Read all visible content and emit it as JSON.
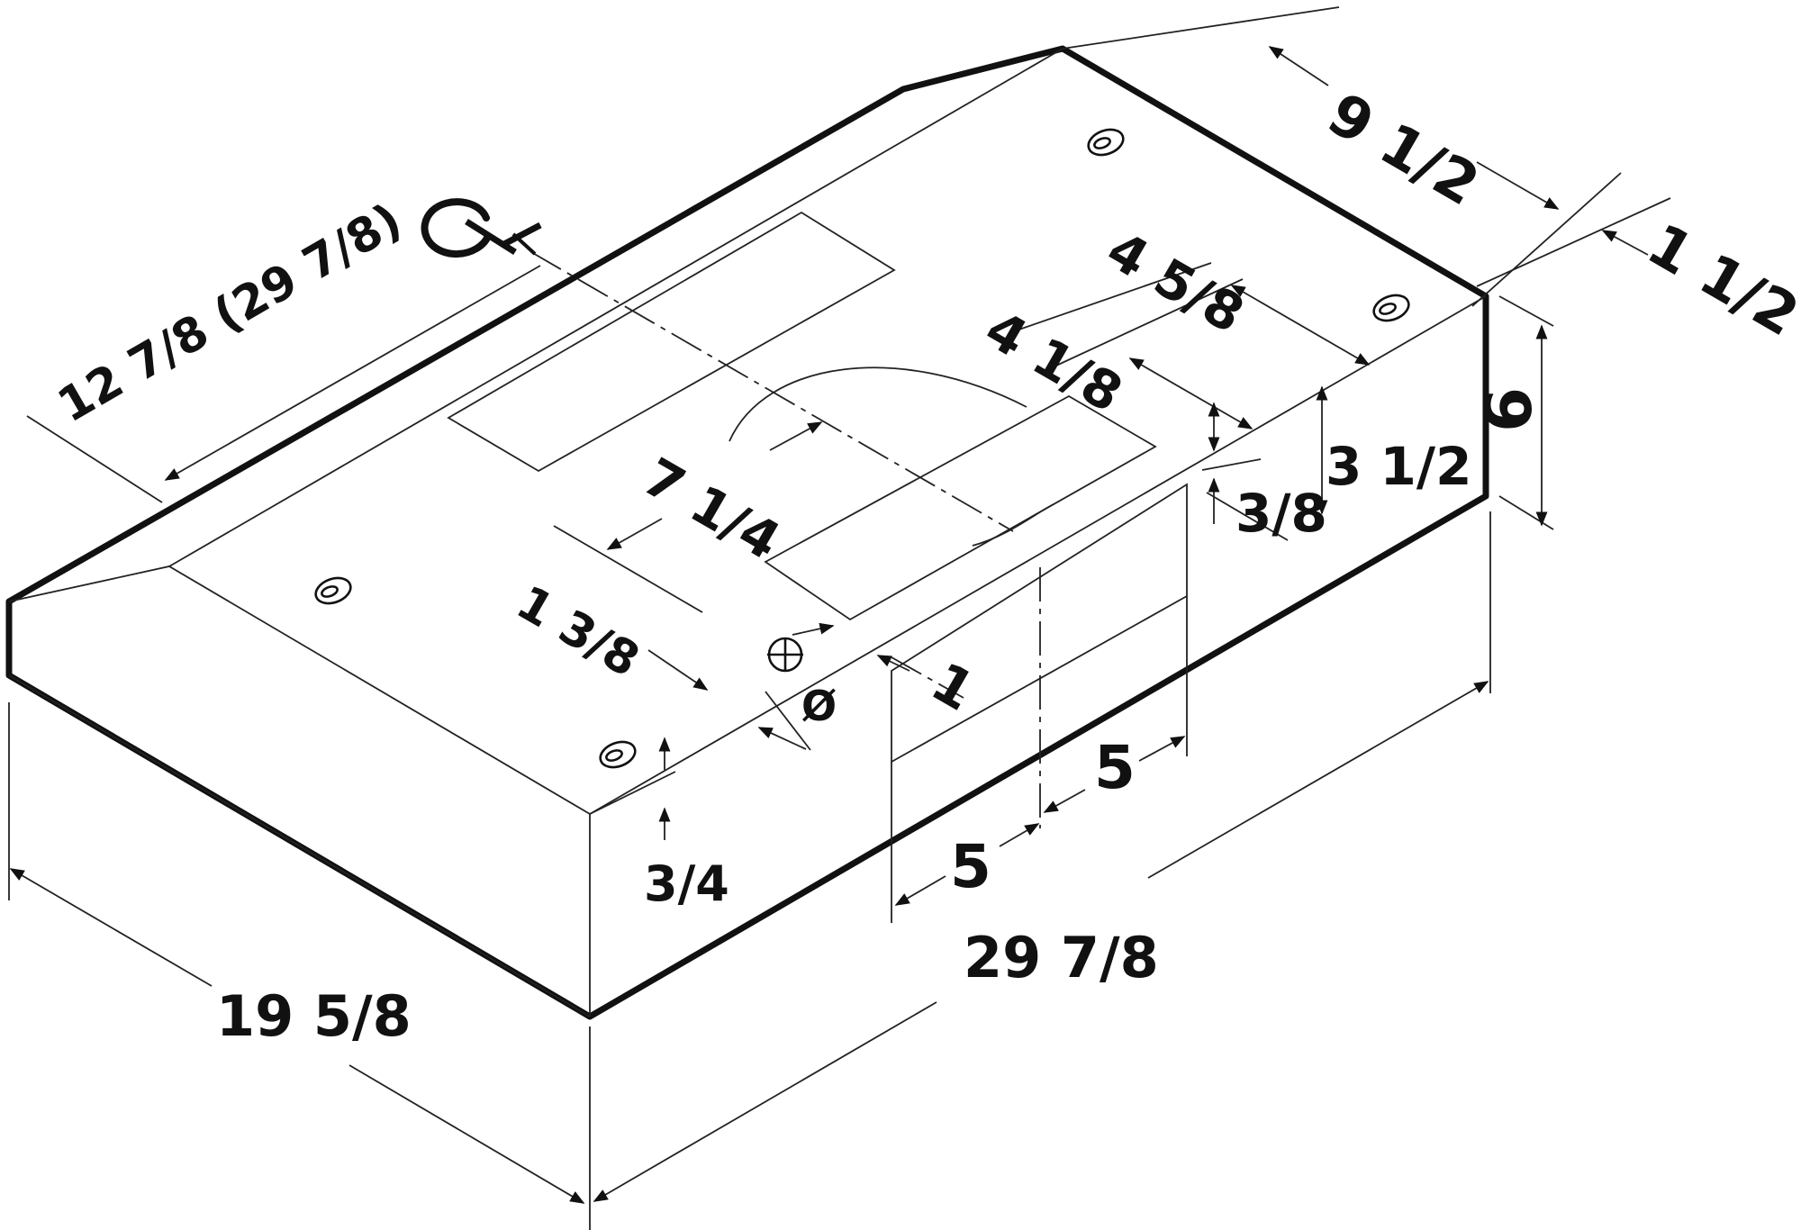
{
  "dimensions": {
    "depth": "19 5/8",
    "width": "29 7/8",
    "height": "6",
    "front_height": "3 1/2",
    "rear_offset": "9 1/2",
    "rear_inset": "1 1/2",
    "centerline_offset": "12 7/8 (29 7/8)",
    "duct_radius": "7 1/4",
    "duct_depth_a": "4 5/8",
    "duct_depth_b": "4 1/8",
    "knockout_side": "3/8",
    "knockout_front": "1 3/8",
    "front_lip": "3/4",
    "knockout_left": "5",
    "knockout_right": "5",
    "knockout_bar": "1"
  },
  "symbols": {
    "centerline": "℄",
    "diameter": "Ø"
  }
}
